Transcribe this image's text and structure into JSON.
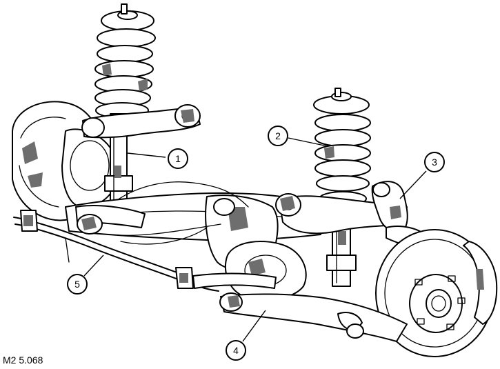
{
  "figure": {
    "code": "M2 5.068"
  },
  "callouts": [
    {
      "number": "1"
    },
    {
      "number": "2"
    },
    {
      "number": "3"
    },
    {
      "number": "4"
    },
    {
      "number": "5"
    }
  ],
  "colors": {
    "line": "#000000",
    "shade": "#6e6e6e",
    "background": "#ffffff"
  }
}
